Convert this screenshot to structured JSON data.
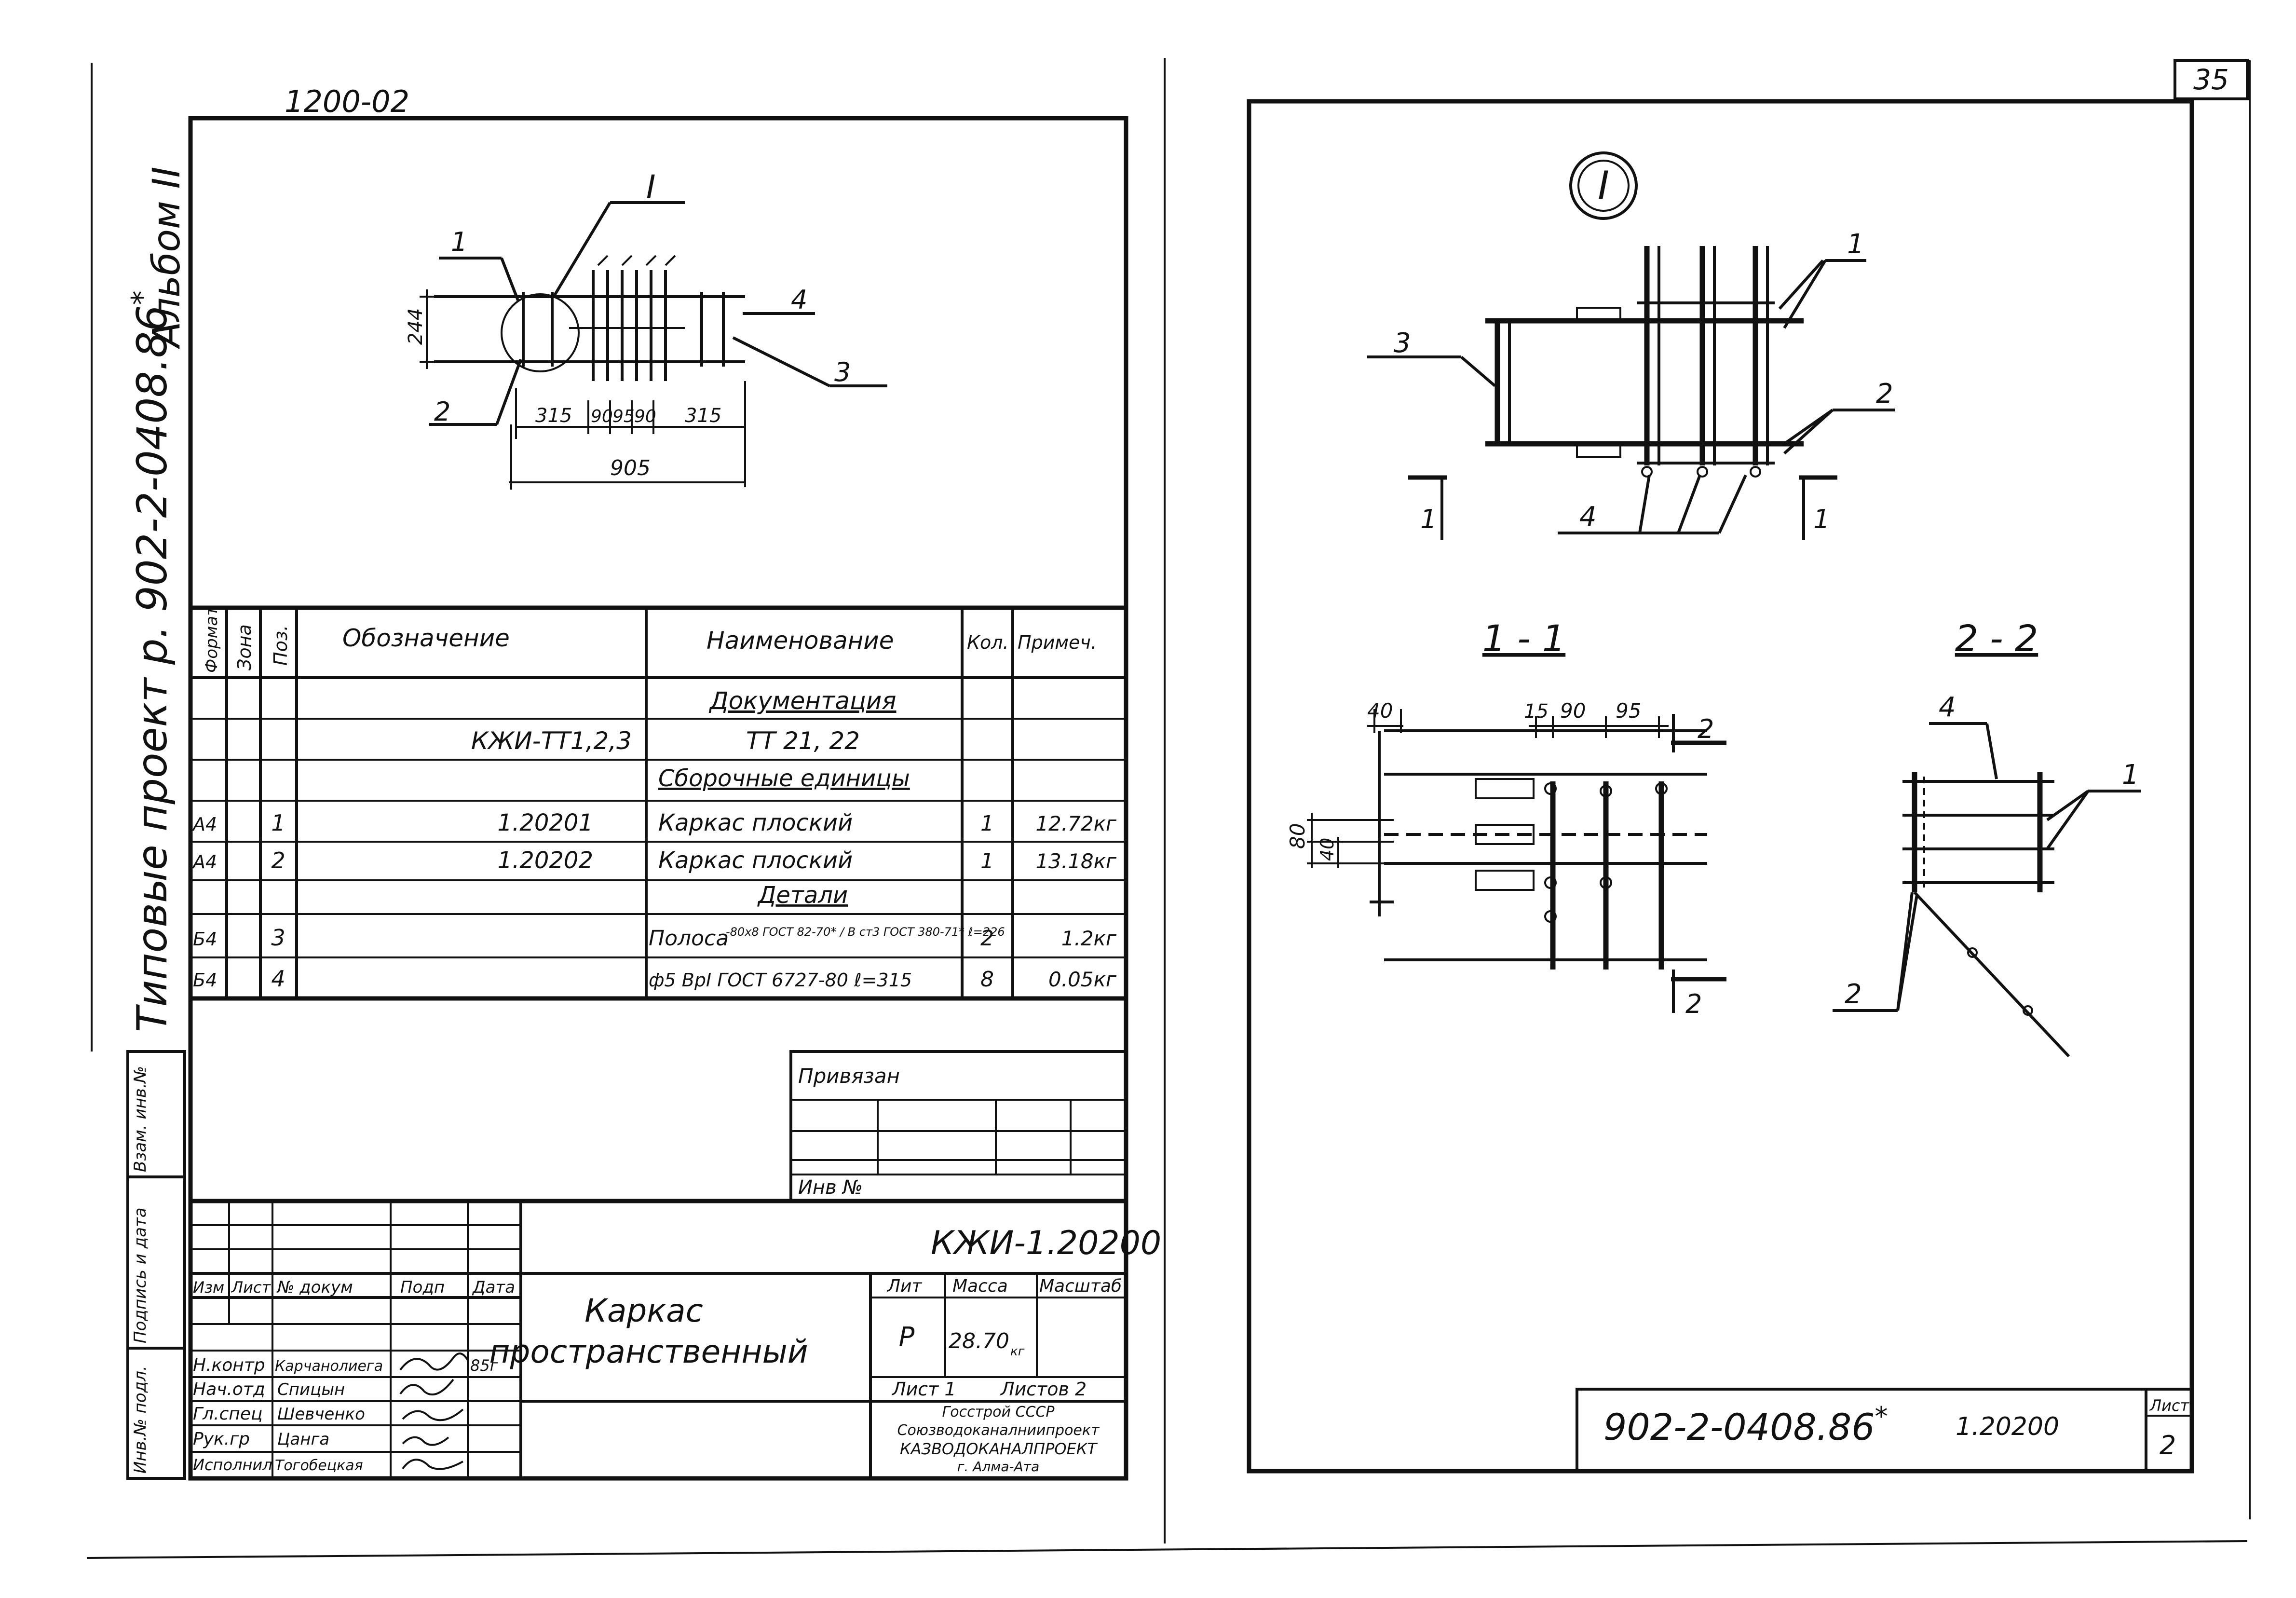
{
  "page_number": "35",
  "left_sheet": {
    "top_code": "1200-02",
    "album": "Альбом",
    "album_num": "II",
    "project_side": "Типовые проект р. 902-2-0408.86",
    "project_star": "*",
    "plan": {
      "node": "I",
      "dims": {
        "height": "244",
        "d1": "315",
        "d2": "90",
        "d3": "95",
        "d4": "90",
        "d5": "315",
        "total": "905"
      },
      "positions": [
        "1",
        "2",
        "3",
        "4"
      ]
    },
    "spec": {
      "headers": {
        "format": "Формат",
        "zone": "Зона",
        "pos": "Поз.",
        "designation": "Обозначение",
        "name": "Наименование",
        "qty": "Кол.",
        "note": "Примеч."
      },
      "rows": [
        {
          "fmt": "",
          "pos": "",
          "designation": "",
          "name": "Документация",
          "name2": "",
          "qty": "",
          "note": ""
        },
        {
          "fmt": "",
          "pos": "",
          "designation": "КЖИ-ТТ1,2,3",
          "name": "ТТ 21, 22",
          "name2": "",
          "qty": "",
          "note": ""
        },
        {
          "fmt": "",
          "pos": "",
          "designation": "",
          "name": "Сборочные единицы",
          "name2": "",
          "qty": "",
          "note": ""
        },
        {
          "fmt": "А4",
          "pos": "1",
          "designation": "1.20201",
          "name": "Каркас плоский",
          "name2": "",
          "qty": "1",
          "note": "12.72кг"
        },
        {
          "fmt": "А4",
          "pos": "2",
          "designation": "1.20202",
          "name": "Каркас плоский",
          "name2": "",
          "qty": "1",
          "note": "13.18кг"
        },
        {
          "fmt": "",
          "pos": "",
          "designation": "",
          "name": "Детали",
          "name2": "",
          "qty": "",
          "note": ""
        },
        {
          "fmt": "Б4",
          "pos": "3",
          "designation": "",
          "name": "Полоса",
          "name2": "-80х8 ГОСТ 82-70* / В ст3 ГОСТ 380-71* ℓ=226",
          "qty": "2",
          "note": "1.2кг"
        },
        {
          "fmt": "Б4",
          "pos": "4",
          "designation": "",
          "name": "ф5 ВрI ГОСТ 6727-80 ℓ=315",
          "name2": "",
          "qty": "8",
          "note": "0.05кг"
        }
      ]
    },
    "privyazan": "Привязан",
    "inv_no": "Инв №",
    "side_labels": {
      "inv_podl": "Инв.№ подл.",
      "podpis_data": "Подпись и дата",
      "vzam": "Взам. инв.№"
    },
    "title_block": {
      "code": "КЖИ-1.20200",
      "headers": [
        "Изм",
        "Лист",
        "№ докум",
        "Подп",
        "Дата"
      ],
      "name_line1": "Каркас",
      "name_line2": "пространственный",
      "lit_label": "Лит",
      "massa_label": "Масса",
      "masshtab_label": "Масштаб",
      "lit": "Р",
      "massa": "28.70",
      "massa_unit": "кг",
      "list": "Лист 1",
      "listov": "Листов 2",
      "people": [
        {
          "role": "Н.контр",
          "name": "Карчанолиега",
          "date": "85г"
        },
        {
          "role": "Нач.отд",
          "name": "Спицын",
          "date": ""
        },
        {
          "role": "Гл.спец",
          "name": "Шевченко",
          "date": ""
        },
        {
          "role": "Рук.гр",
          "name": "Цанга",
          "date": ""
        },
        {
          "role": "Исполнил",
          "name": "Тогобецкая",
          "date": ""
        }
      ],
      "org1": "Госстрой СССР",
      "org2": "Союзводоканалниипроект",
      "org3": "КАЗВОДОКАНАЛПРОЕКТ",
      "org4": "г. Алма-Ата"
    }
  },
  "right_sheet": {
    "node_label": "I",
    "detail_positions": [
      "1",
      "2",
      "3",
      "4"
    ],
    "cut_label": "1",
    "section_11": {
      "title": "1 - 1",
      "dims": {
        "a": "40",
        "b": "15",
        "c": "90",
        "d": "95",
        "e": "80",
        "f": "40"
      },
      "cut": "2"
    },
    "section_22": {
      "title": "2 - 2",
      "positions": [
        "4",
        "1",
        "2"
      ]
    },
    "stamp": {
      "code": "902-2-0408.86",
      "star": "*",
      "sub": "1.20200",
      "list_label": "Лист",
      "list": "2"
    }
  }
}
